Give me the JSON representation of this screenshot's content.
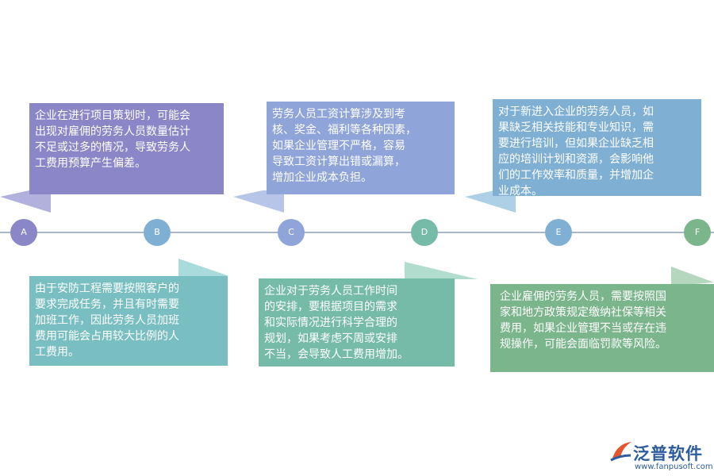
{
  "colors": {
    "purple": "#8a86c8",
    "blue_mid": "#8fa4d8",
    "blue_light": "#7fb0d4",
    "teal_light": "#79bfc1",
    "teal": "#75bba8",
    "green": "#7ab58c",
    "line": "#a9b7c9"
  },
  "nodes": [
    {
      "label": "A"
    },
    {
      "label": "B"
    },
    {
      "label": "C"
    },
    {
      "label": "D"
    },
    {
      "label": "E"
    },
    {
      "label": "F"
    }
  ],
  "top_boxes": [
    {
      "text": "企业在进行项目策划时，可能会\n出现对雇佣的劳务人员数量估计\n不足或过多的情况，导致劳务人\n工费用预算产生偏差。"
    },
    {
      "text": "劳务人员工资计算涉及到考\n核、奖金、福利等各种因素，\n如果企业管理不严格，容易\n导致工资计算出错或漏算，\n增加企业成本负担。"
    },
    {
      "text": "对于新进入企业的劳务人员，如\n果缺乏相关技能和专业知识，需\n要进行培训，但如果企业缺乏相\n应的培训计划和资源，会影响他\n们的工作效率和质量，并增加企\n业成本。"
    }
  ],
  "bottom_boxes": [
    {
      "text": "由于安防工程需要按照客户的\n要求完成任务，并且有时需要\n加班工作，因此劳务人员加班\n费用可能会占用较大比例的人\n工费用。"
    },
    {
      "text": "企业对于劳务人员工作时间\n的安排，要根据项目的需求\n和实际情况进行科学合理的\n规划，如果考虑不周或安排\n不当，会导致人工费用增加。"
    },
    {
      "text": "企业雇佣的劳务人员，需要按照国\n家和地方政策规定缴纳社保等相关\n费用，如果企业管理不当或存在违\n规操作，可能会面临罚款等风险。"
    }
  ],
  "logo": {
    "name": "泛普软件",
    "url": "www.fanpusoft.com"
  }
}
